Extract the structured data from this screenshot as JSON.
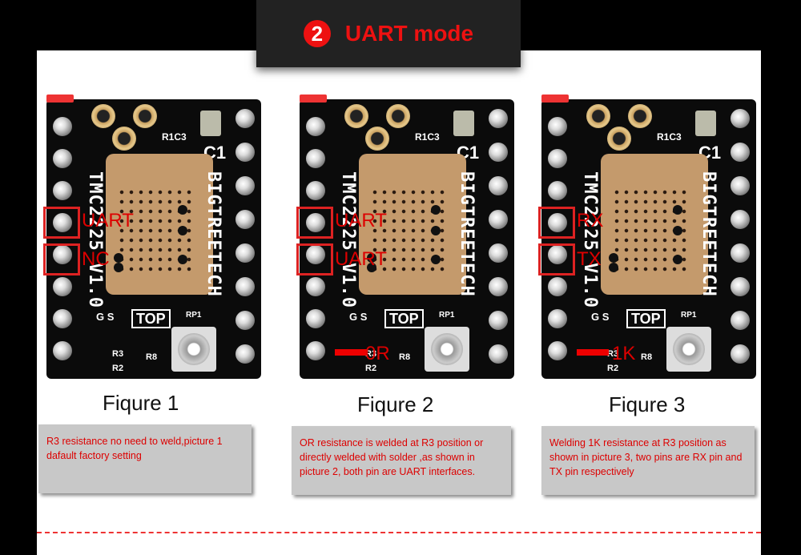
{
  "header": {
    "badge": "2",
    "title": "UART mode"
  },
  "figures": [
    {
      "caption": "Fiqure 1",
      "note": "R3 resistance no need to weld,picture 1 dafault factory setting",
      "labels": [
        "UART",
        "NC"
      ],
      "marker": "",
      "silk": {
        "chip": "TMC2225 V1.0",
        "brand": "BIGTREETECH",
        "top": "TOP",
        "r1c3": "R1C3",
        "c1": "C1",
        "gs": "G S",
        "r3": "R3",
        "r2": "R2",
        "r8": "R8",
        "rp1": "RP1"
      }
    },
    {
      "caption": "Fiqure 2",
      "note": "OR resistance is welded at R3 position or  directly welded with solder ,as shown in picture 2, both pin are UART interfaces.",
      "labels": [
        "UART",
        "UART"
      ],
      "marker": "0R",
      "silk": {
        "chip": "TMC2225 V1.0",
        "brand": "BIGTREETECH",
        "top": "TOP",
        "r1c3": "R1C3",
        "c1": "C1",
        "gs": "G S",
        "r3": "R3",
        "r2": "R2",
        "r8": "R8",
        "rp1": "RP1"
      }
    },
    {
      "caption": "Fiqure 3",
      "note": "Welding 1K resistance at R3 position as shown in picture 3, two pins are RX pin and TX pin respectively",
      "labels": [
        "RX",
        "TX"
      ],
      "marker": "1K",
      "silk": {
        "chip": "TMC2225 V1.0",
        "brand": "BIGTREETECH",
        "top": "TOP",
        "r1c3": "R1C3",
        "c1": "C1",
        "gs": "G S",
        "r3": "R3",
        "r2": "R2",
        "r8": "R8",
        "rp1": "RP1"
      }
    }
  ],
  "colors": {
    "accent": "#e11111",
    "note_bg": "#c8c8c8",
    "annotation": "#dd0000"
  }
}
